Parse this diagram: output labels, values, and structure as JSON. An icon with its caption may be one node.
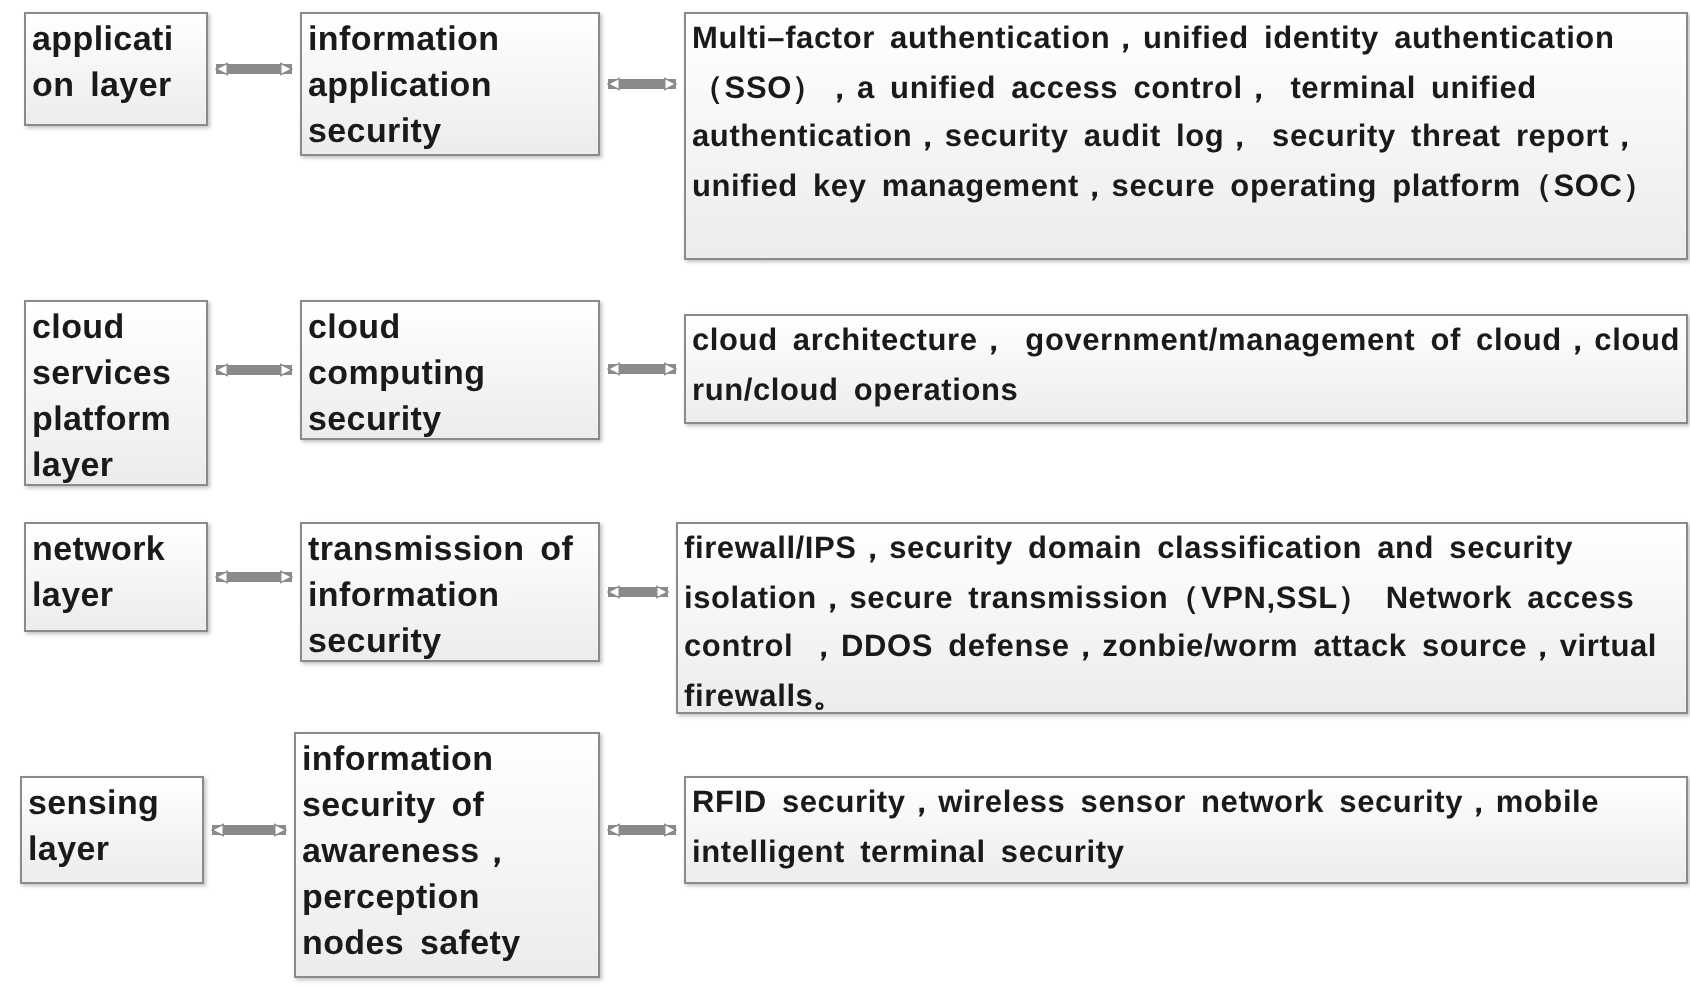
{
  "diagram": {
    "nodes": [
      {
        "text": [
          "applicati on layer"
        ]
      },
      {
        "text": [
          "information application security"
        ]
      },
      {
        "text": [
          "Multi–factor authentication，unified identity authentication （SSO），a unified access control， terminal unified authentication，security audit log， security threat report， unified key management，secure operating platform（SOC）"
        ]
      },
      {
        "text": [
          "cloud services platform layer"
        ]
      },
      {
        "text": [
          "cloud computing security"
        ]
      },
      {
        "text": [
          "cloud architecture， government/management of cloud，cloud run/cloud operations"
        ]
      },
      {
        "text": [
          "network layer"
        ]
      },
      {
        "text": [
          "transmission of information security"
        ]
      },
      {
        "text": [
          "firewall/IPS，security domain classification and security isolation，secure transmission（VPN,SSL） Network access control ，DDOS defense，zonbie/worm attack source，virtual firewalls。"
        ]
      },
      {
        "text": [
          "sensing layer"
        ]
      },
      {
        "text": [
          "information security of awareness，perception nodes safety"
        ]
      },
      {
        "text": [
          "RFID security，wireless sensor network security，mobile intelligent terminal security"
        ]
      }
    ],
    "edges": [
      {
        "from": 0,
        "to": 1,
        "arrow": "both"
      },
      {
        "from": 1,
        "to": 2,
        "arrow": "both"
      },
      {
        "from": 3,
        "to": 4,
        "arrow": "both"
      },
      {
        "from": 4,
        "to": 5,
        "arrow": "both"
      },
      {
        "from": 6,
        "to": 7,
        "arrow": "both"
      },
      {
        "from": 7,
        "to": 8,
        "arrow": "both"
      },
      {
        "from": 9,
        "to": 10,
        "arrow": "both"
      },
      {
        "from": 10,
        "to": 11,
        "arrow": "both"
      }
    ]
  }
}
